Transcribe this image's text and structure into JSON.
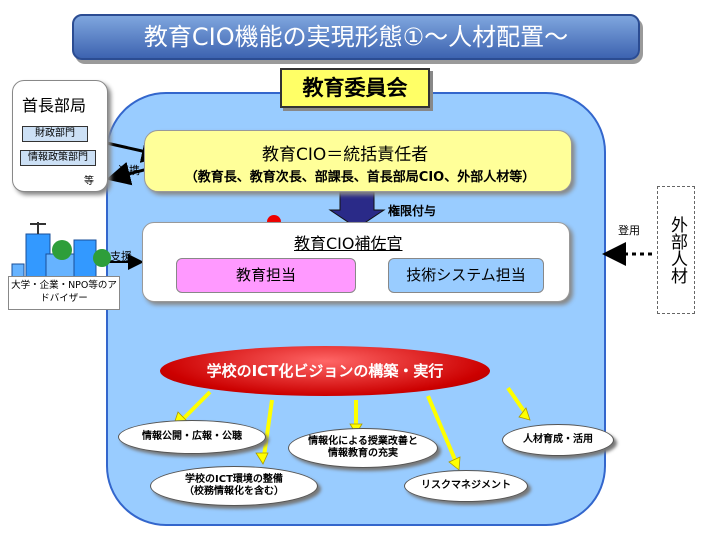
{
  "title": "教育CIO機能の実現形態①～人材配置～",
  "board": {
    "label": "教育委員会"
  },
  "cio": {
    "title": "教育CIO＝統括責任者",
    "members": "（教育長、教育次長、部課長、首長部局CIO、外部人材等）"
  },
  "authority_label": "権限付与",
  "assistant": {
    "title": "教育CIO補佐官",
    "edu": "教育担当",
    "tech": "技術システム担当"
  },
  "head_office": {
    "title": "首長部局",
    "depts": [
      "財政部門",
      "情報政策部門"
    ],
    "etc": "等"
  },
  "cooperation_label": "連携",
  "support_label": "支援",
  "advisor": "大学・企業・NPO等のアドバイザー",
  "appoint_label": "登用",
  "external": "外部人材",
  "vision": "学校のICT化ビジョンの構築・実行",
  "tasks": [
    {
      "text": "情報公開・広報・公聴"
    },
    {
      "text": "学校のICT環境の整備",
      "text2": "（校務情報化を含む）"
    },
    {
      "text": "情報化による授業改善と",
      "text2": "情報教育の充実"
    },
    {
      "text": "リスクマネジメント"
    },
    {
      "text": "人材育成・活用"
    }
  ],
  "colors": {
    "title_bar": "#3d63b0",
    "board_bg": "#99ccff",
    "cio_bg": "#ffff99",
    "board_label_bg": "#ffff66",
    "edu_bg": "#ff99ff",
    "tech_bg": "#99ccff",
    "vision": "#cc0000",
    "task_arrows": "#ffff00",
    "person": "#ee0000"
  },
  "icons": [
    "person-icon",
    "building-icon",
    "authority-arrow",
    "task-arrow"
  ]
}
